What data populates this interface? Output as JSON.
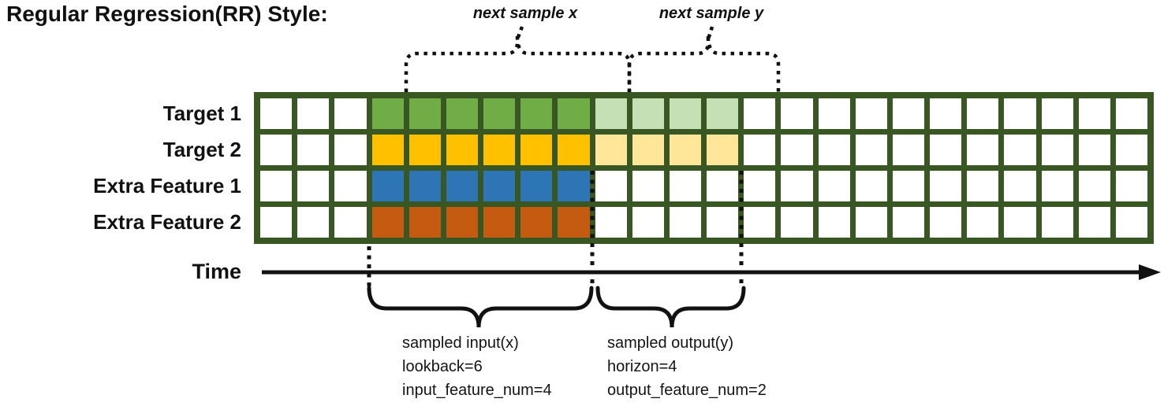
{
  "title": "Regular Regression(RR) Style:",
  "top_annotations": {
    "next_sample_x": "next sample x",
    "next_sample_y": "next sample y"
  },
  "grid": {
    "total_columns": 24,
    "empty_leading_columns": 3,
    "lookback_columns": 6,
    "horizon_columns": 4,
    "border_color": "#385723",
    "cell_background": "#FFFFFF",
    "rows": [
      {
        "label": "Target 1",
        "lookback_color": "#70AD47",
        "horizon_color": "#C5E0B4"
      },
      {
        "label": "Target 2",
        "lookback_color": "#FFC000",
        "horizon_color": "#FFE699"
      },
      {
        "label": "Extra Feature 1",
        "lookback_color": "#2E75B6",
        "horizon_color": null
      },
      {
        "label": "Extra Feature 2",
        "lookback_color": "#C55A11",
        "horizon_color": null
      }
    ]
  },
  "time_axis": {
    "label": "Time"
  },
  "bottom_annotations": {
    "input": {
      "lines": [
        "sampled input(x)",
        "lookback=6",
        "input_feature_num=4"
      ]
    },
    "output": {
      "lines": [
        "sampled output(y)",
        "horizon=4",
        "output_feature_num=2"
      ]
    }
  }
}
